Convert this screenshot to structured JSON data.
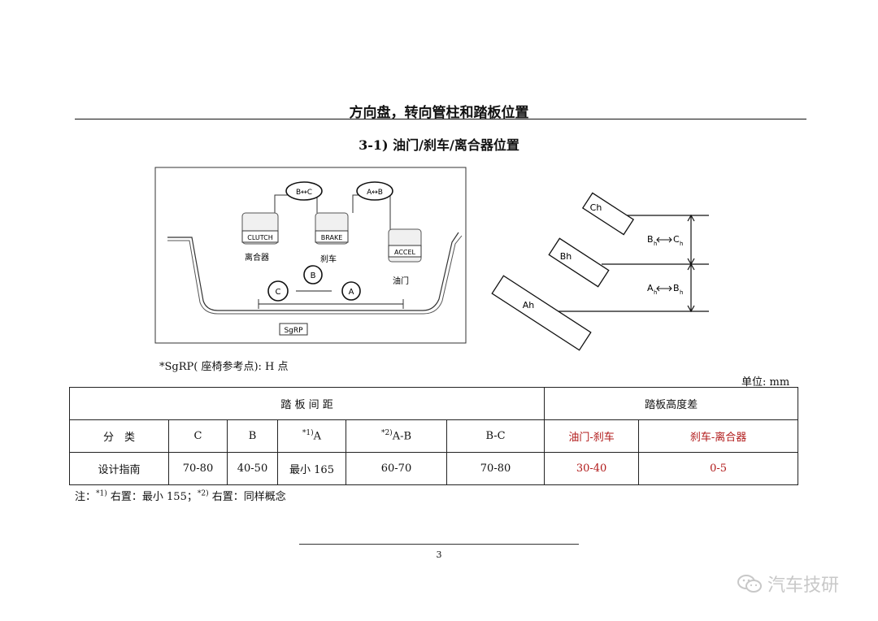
{
  "document": {
    "title": "方向盘，转向管柱和踏板位置",
    "subtitle": "3-1)  油门/刹车/离合器位置",
    "sgrp_note": "*SgRP( 座椅参考点): H 点",
    "unit": "单位: mm",
    "page_number": "3",
    "watermark": "汽车技研",
    "note": {
      "prefix": "注：",
      "ref1": "*1)",
      "text1": " 右置：最小 155；",
      "ref2": "*2)",
      "text2": " 右置：同样概念"
    }
  },
  "diagram_left": {
    "pedal_labels": [
      "CLUTCH",
      "BRAKE",
      "ACCEL"
    ],
    "pedal_cn": [
      "离合器",
      "刹车",
      "油门"
    ],
    "gap_labels": [
      "B↔C",
      "A↔B"
    ],
    "points": [
      "C",
      "B",
      "A"
    ],
    "sgrp": "SgRP"
  },
  "diagram_right": {
    "labels": [
      "Ch",
      "Bh",
      "Ah"
    ],
    "dims": [
      {
        "from": "B",
        "to": "C"
      },
      {
        "from": "A",
        "to": "B"
      }
    ],
    "subscript": "h"
  },
  "table": {
    "group_headers": [
      "踏 板 间 距",
      "踏板高度差"
    ],
    "columns": [
      {
        "label": "分　类",
        "ref": ""
      },
      {
        "label": "C",
        "ref": ""
      },
      {
        "label": "B",
        "ref": ""
      },
      {
        "label": "A",
        "ref": "*1)"
      },
      {
        "label": "A-B",
        "ref": "*2)"
      },
      {
        "label": "B-C",
        "ref": ""
      },
      {
        "label": "油门-刹车",
        "ref": ""
      },
      {
        "label": "刹车-离合器",
        "ref": ""
      }
    ],
    "row": [
      "设计指南",
      "70-80",
      "40-50",
      "最小 165",
      "60-70",
      "70-80",
      "30-40",
      "0-5"
    ],
    "highlight_color": "#b11a1a"
  }
}
